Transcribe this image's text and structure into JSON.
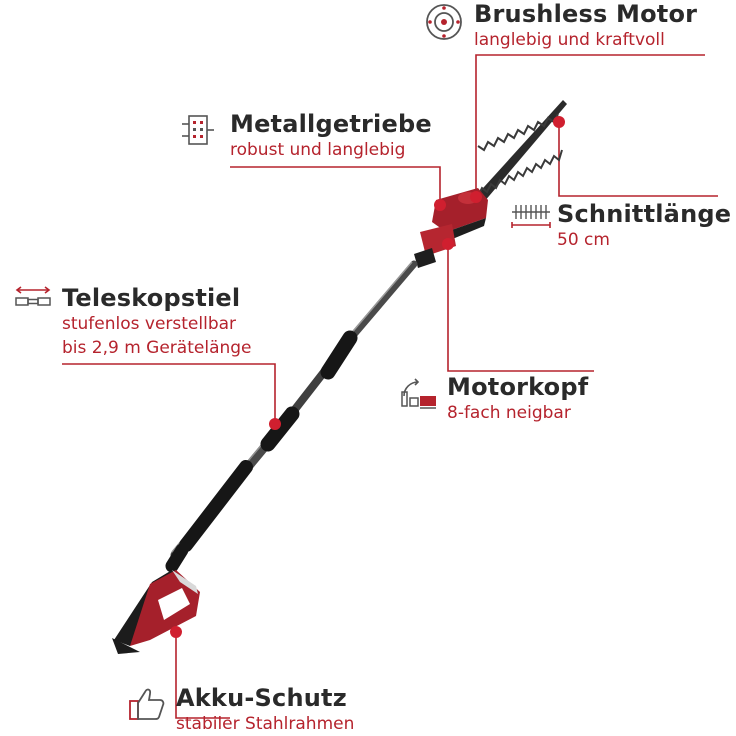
{
  "colors": {
    "accent": "#b5232d",
    "text": "#2a2a2a",
    "dot": "#d01f2f",
    "tool_red": "#a5202b",
    "tool_dark": "#1e1e1e"
  },
  "features": {
    "brushless": {
      "title": "Brushless Motor",
      "subtitle": "langlebig und kraftvoll",
      "icon": "motor-icon"
    },
    "getriebe": {
      "title": "Metallgetriebe",
      "subtitle": "robust und langlebig",
      "icon": "gearbox-icon"
    },
    "schnitt": {
      "title": "Schnittlänge",
      "subtitle": "50 cm",
      "icon": "blade-length-icon"
    },
    "teleskop": {
      "title": "Teleskopstiel",
      "subtitle_line1": "stufenlos verstellbar",
      "subtitle_line2": "bis 2,9 m Gerätelänge",
      "icon": "telescope-icon"
    },
    "motorkopf": {
      "title": "Motorkopf",
      "subtitle": "8-fach neigbar",
      "icon": "tilt-head-icon"
    },
    "akku": {
      "title": "Akku-Schutz",
      "subtitle": "stabiler Stahlrahmen",
      "icon": "thumbs-up-icon"
    }
  }
}
